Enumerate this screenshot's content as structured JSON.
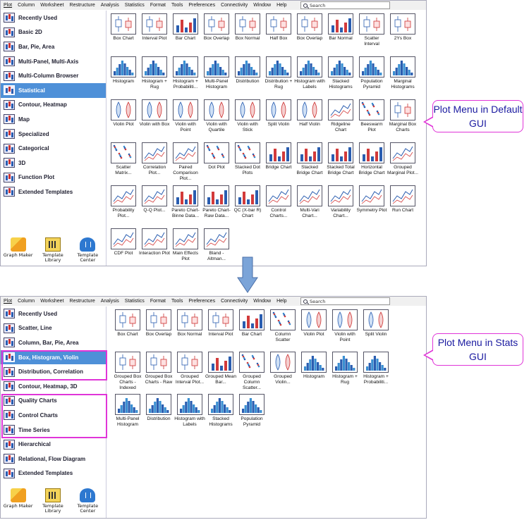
{
  "menu": [
    "Plot",
    "Column",
    "Worksheet",
    "Restructure",
    "Analysis",
    "Statistics",
    "Format",
    "Tools",
    "Preferences",
    "Connectivity",
    "Window",
    "Help"
  ],
  "search_placeholder": "Search",
  "default_gui": {
    "categories": [
      {
        "label": "Recently Used",
        "icon": "clock-icon"
      },
      {
        "label": "Basic 2D",
        "icon": "line-plot-icon"
      },
      {
        "label": "Bar, Pie, Area",
        "icon": "bar-chart-icon"
      },
      {
        "label": "Multi-Panel, Multi-Axis",
        "icon": "multi-panel-icon"
      },
      {
        "label": "Multi-Column Browser",
        "icon": "browser-icon"
      },
      {
        "label": "Statistical",
        "icon": "statistical-icon",
        "selected": true
      },
      {
        "label": "Contour, Heatmap",
        "icon": "contour-icon"
      },
      {
        "label": "Map",
        "icon": "map-icon"
      },
      {
        "label": "Specialized",
        "icon": "specialized-icon"
      },
      {
        "label": "Categorical",
        "icon": "categorical-icon"
      },
      {
        "label": "3D",
        "icon": "3d-icon"
      },
      {
        "label": "Function Plot",
        "icon": "function-icon"
      },
      {
        "label": "Extended Templates",
        "icon": "templates-icon"
      }
    ],
    "tools": [
      {
        "label": "Graph Maker",
        "icon": "graph-maker-icon"
      },
      {
        "label": "Template Library",
        "icon": "template-library-icon"
      },
      {
        "label": "Template Center",
        "icon": "template-center-icon"
      }
    ],
    "plots": [
      "Box Chart",
      "Interval Plot",
      "Bar Chart",
      "Box Overlap",
      "Box Normal",
      "Half Box",
      "Box Overlap",
      "Bar Normal",
      "Scatter Interval",
      "2Ys Box",
      "Histogram",
      "Histogram + Rug",
      "Histogram + Probabiliti...",
      "Multi-Panel Histogram",
      "Distribution",
      "Distribution + Rug",
      "Histogram with Labels",
      "Stacked Histograms",
      "Population Pyramid",
      "Marginal Histograms",
      "Violin Plot",
      "Violin with Box",
      "Violin with Point",
      "Violin with Quartile",
      "Violin with Stick",
      "Split Violin",
      "Half Violin",
      "Ridgeline Chart",
      "Beeswarm Plot",
      "Marginal Box Charts",
      "Scatter Matrix...",
      "Correlation Plot...",
      "Paired Comparison Plot...",
      "Dot Plot",
      "Stacked Dot Plots",
      "Bridge Chart",
      "Stacked Bridge Chart",
      "Stacked Total Bridge Chart",
      "Horizontal Bridge Chart",
      "Grouped Marginal Plot...",
      "Probability Plot...",
      "Q-Q Plot...",
      "Pareto Chart-Binne Data...",
      "Pareto Chart-Raw Data...",
      "QC (X-bar R) Chart",
      "Control Charts...",
      "Multi-Vari Chart...",
      "Variability Chart...",
      "Symmetry Plot",
      "Run Chart",
      "CDF Plot",
      "Interaction Plot",
      "Main Effects Plot",
      "Bland - Altman..."
    ],
    "callout": "Plot Menu in Default GUI"
  },
  "stats_gui": {
    "categories": [
      {
        "label": "Recently Used",
        "icon": "clock-icon"
      },
      {
        "label": "Scatter, Line",
        "icon": "line-plot-icon"
      },
      {
        "label": "Column, Bar, Pie, Area",
        "icon": "bar-chart-icon"
      },
      {
        "label": "Box, Histogram, Violin",
        "icon": "box-icon",
        "selected": true
      },
      {
        "label": "Distribution, Correlation",
        "icon": "distribution-icon"
      },
      {
        "label": "Contour, Heatmap, 3D",
        "icon": "contour-icon"
      },
      {
        "label": "Quality Charts",
        "icon": "quality-icon"
      },
      {
        "label": "Control Charts",
        "icon": "control-icon"
      },
      {
        "label": "Time Series",
        "icon": "time-series-icon"
      },
      {
        "label": "Hierarchical",
        "icon": "hierarchical-icon"
      },
      {
        "label": "Relational, Flow Diagram",
        "icon": "flow-icon"
      },
      {
        "label": "Extended Templates",
        "icon": "templates-icon"
      }
    ],
    "tools": [
      {
        "label": "Graph Maker",
        "icon": "graph-maker-icon"
      },
      {
        "label": "Template Library",
        "icon": "template-library-icon"
      },
      {
        "label": "Template Center",
        "icon": "template-center-icon"
      }
    ],
    "plots": [
      "Box Chart",
      "Box Overlap",
      "Box Normal",
      "Interval Plot",
      "Bar Chart",
      "Column Scatter",
      "Violin Plot",
      "Violin with Point",
      "Split Violin",
      "Grouped Box Charts - Indexed",
      "Grouped Box Charts - Raw",
      "Grouped Interval Plot...",
      "Grouped Mean Bar...",
      "Grouped Column Scatter...",
      "Grouped Violin...",
      "Histogram",
      "Histogram + Rug",
      "Histogram + Probabiliti...",
      "Multi-Panel Histogram",
      "Distribution",
      "Histogram with Labels",
      "Stacked Histograms",
      "Population Pyramid"
    ],
    "callout": "Plot Menu in Stats GUI"
  },
  "colors": {
    "accent": "#4e90d8",
    "highlight": "#e035d8",
    "callout_text": "#1a1aa0",
    "arrow": "#7ba4d8"
  }
}
